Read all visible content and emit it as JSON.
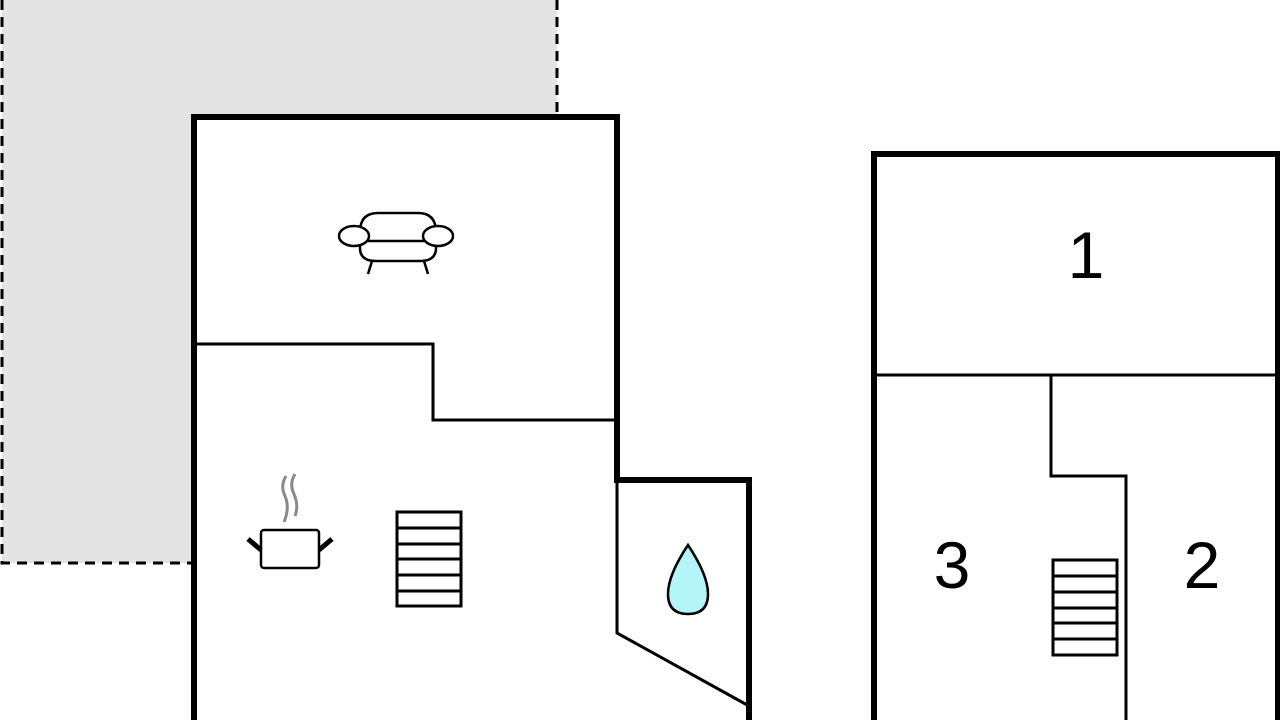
{
  "rooms": {
    "room_1": {
      "label": "1"
    },
    "room_2": {
      "label": "2"
    },
    "room_3": {
      "label": "3"
    }
  },
  "icons": {
    "living_room": "sofa-icon",
    "kitchen": "cooking-pot-icon",
    "stairs": "stairs-icon",
    "bathroom": "water-drop-icon"
  },
  "colors": {
    "terrace": "#e4e4e4",
    "wall": "#000000",
    "water": "#b3f5f8",
    "steam": "#8a8a8a"
  }
}
